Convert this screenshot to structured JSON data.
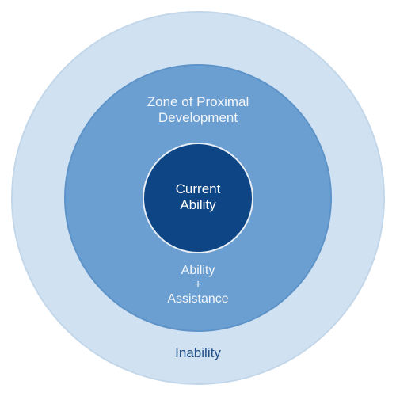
{
  "diagram": {
    "rings": {
      "outer": {
        "label": "Inability",
        "color": "#d0e1f1"
      },
      "middle": {
        "label_top": "Zone of Proximal\nDevelopment",
        "label_bottom": "Ability\n+\nAssistance",
        "color": "#6c9fd1"
      },
      "inner": {
        "label": "Current\nAbility",
        "color": "#0d4585"
      }
    }
  }
}
